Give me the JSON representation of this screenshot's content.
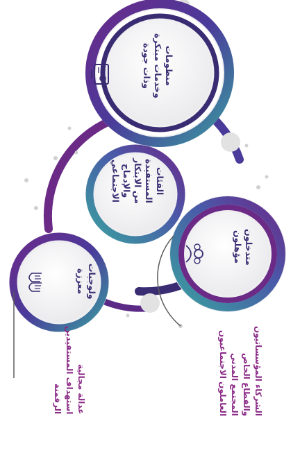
{
  "colors": {
    "purple": "#6a2a86",
    "dark_purple": "#3a2c72",
    "teal": "#3a9a9a",
    "magenta_text": "#8a2a86",
    "grey_dot": "#d6d6d6"
  },
  "nodes": {
    "top": {
      "icon": "gear-screen-icon",
      "lines": [
        "منظومات",
        "وخدمات مبتكرة",
        "وذات جودة"
      ]
    },
    "center": {
      "lines": [
        "الفئات",
        "المستفيدة",
        "من الابتكار",
        "والإدماج",
        "الاجتماعي"
      ]
    },
    "right": {
      "icon": "people-icon",
      "lines": [
        "متدخلون",
        "مؤهلون"
      ]
    },
    "left": {
      "icon": "hands-icon",
      "lines": [
        "ولوجيات",
        "معززة"
      ]
    }
  },
  "captions": {
    "bottom_left": [
      "عدالة مجالية",
      "استهداف المستفيدين",
      "الرقمنة"
    ],
    "bottom_right": [
      "الشركاء المؤسساتيون",
      "والقطاع الخاص",
      "المجتمع المدني",
      "العاملون الاجتماعيون"
    ]
  }
}
